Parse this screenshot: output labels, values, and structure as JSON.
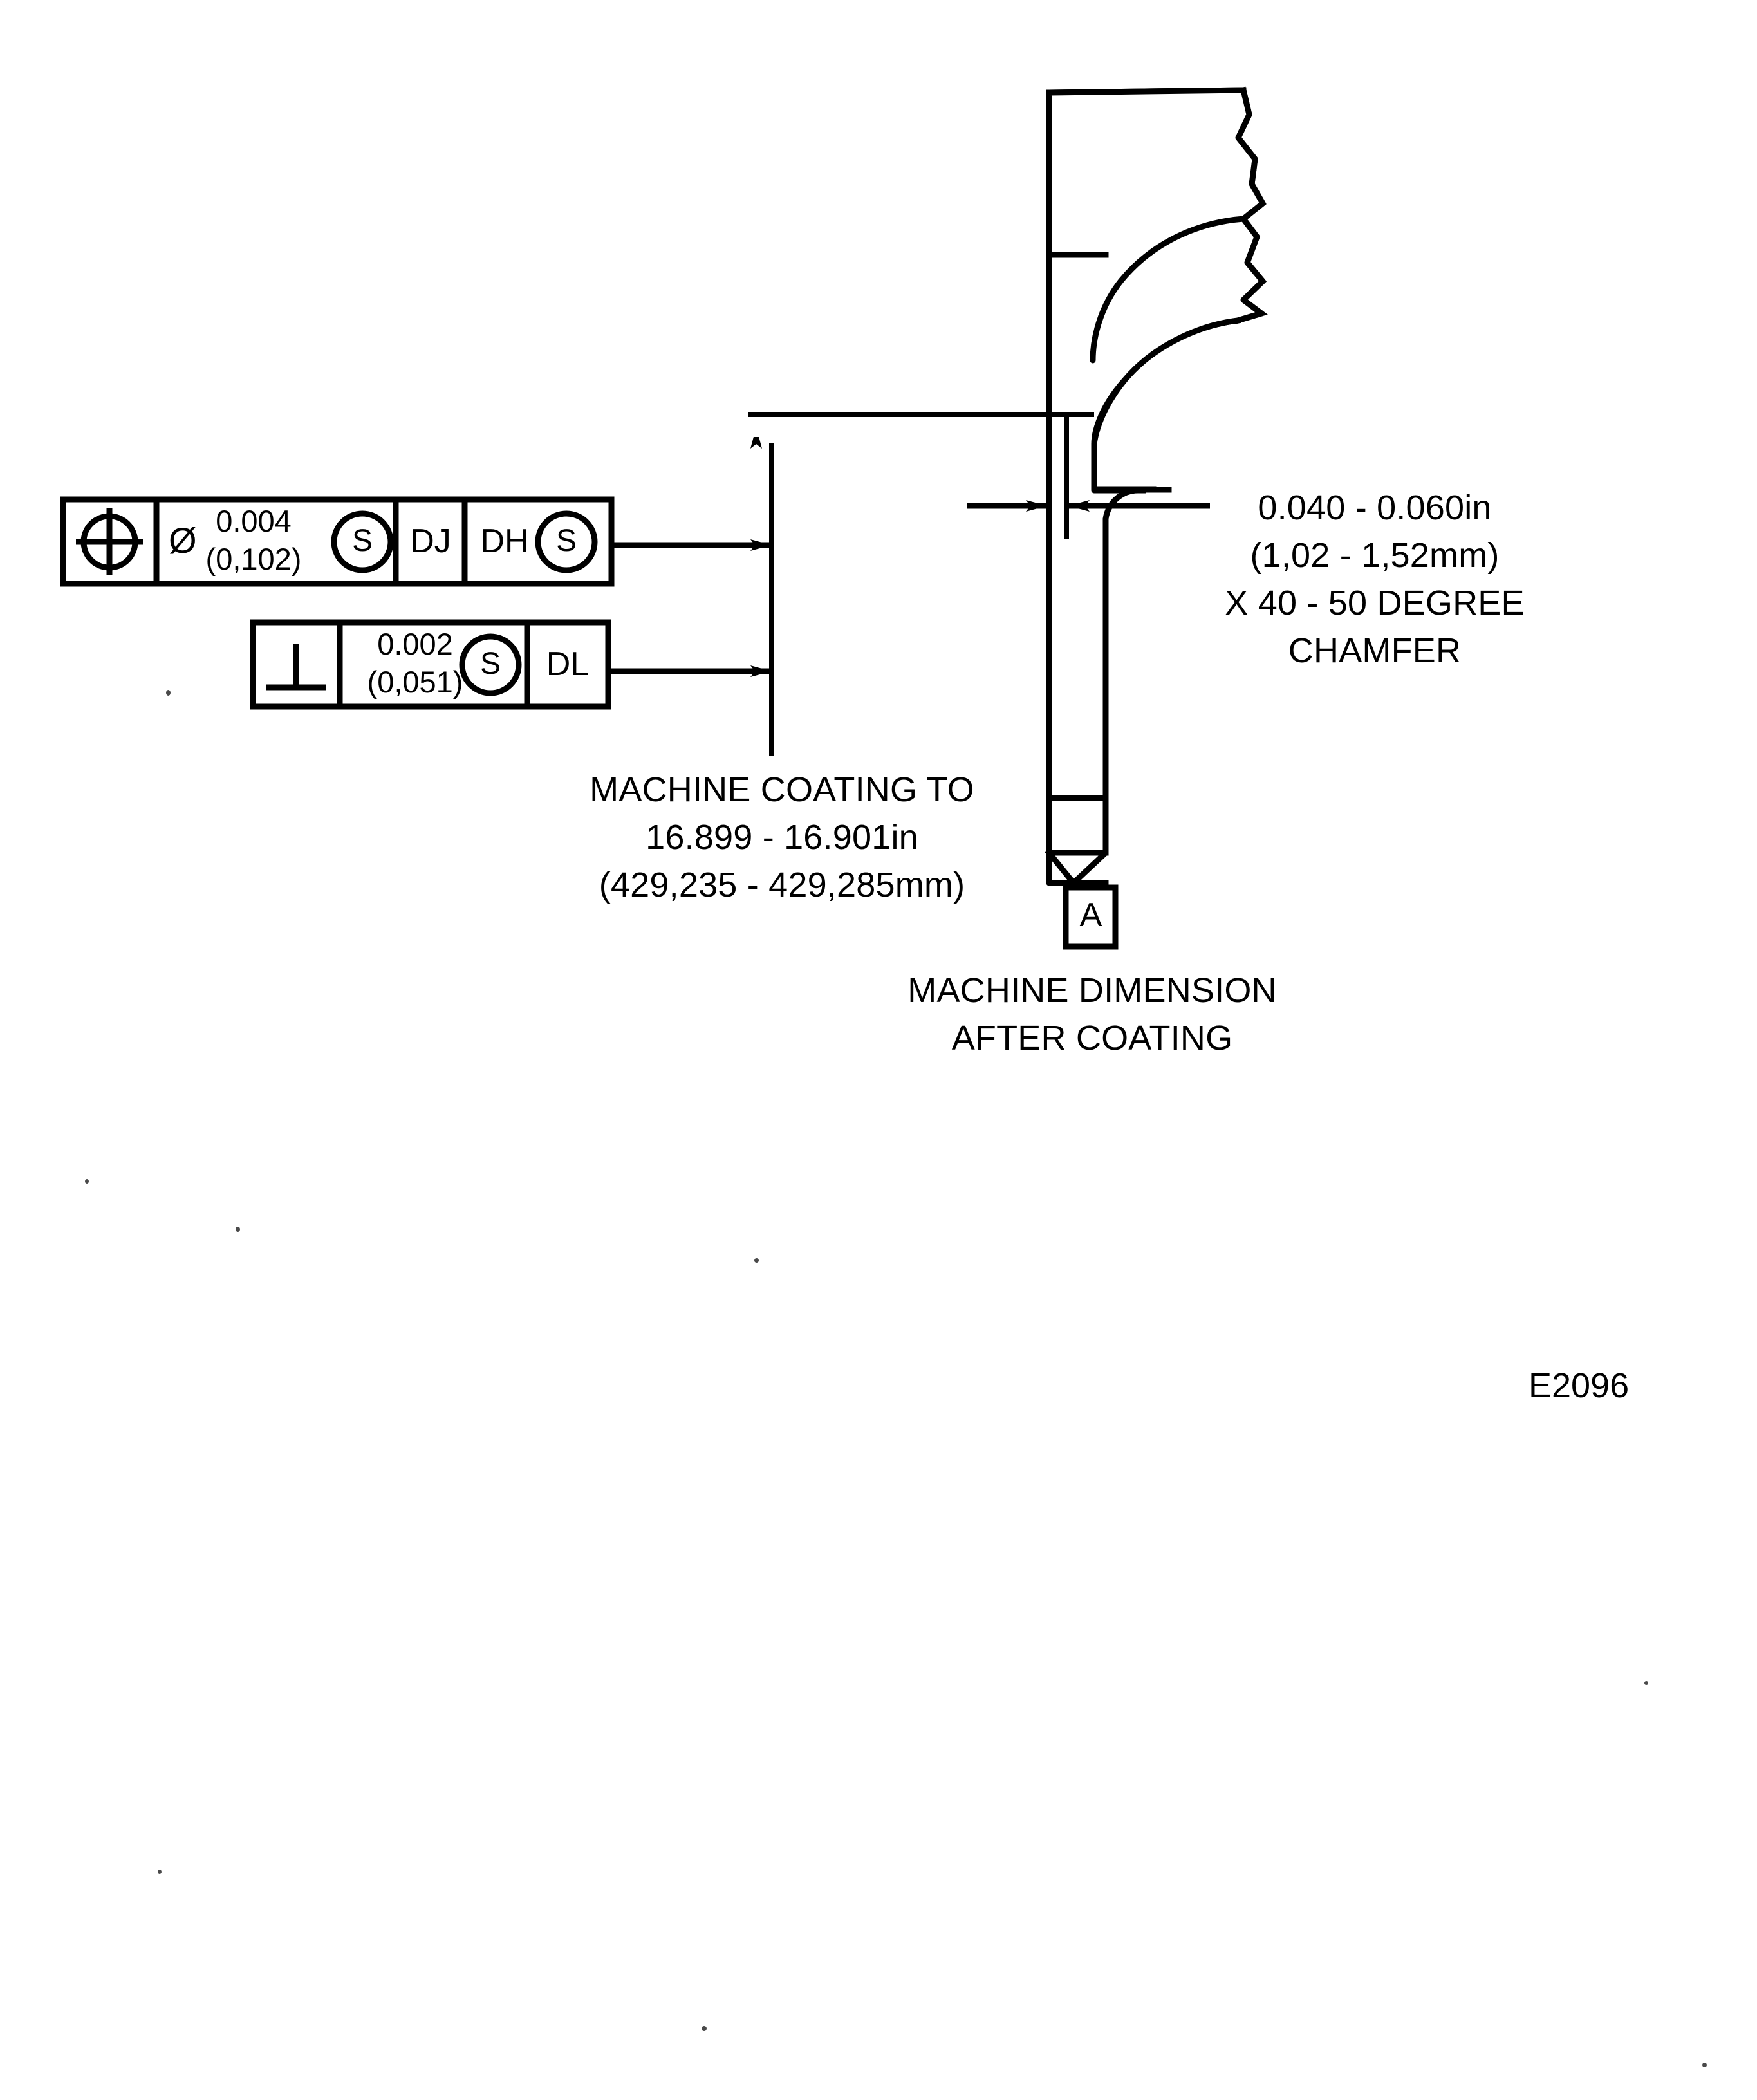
{
  "figure": {
    "id_label": "E2096",
    "type": "engineering-drawing",
    "description": "GD&T callout detail for machined coating on a flange cross-section"
  },
  "feature_control_frames": [
    {
      "name": "position-frame",
      "geometric_symbol": "position-true-position-icon",
      "symbol_char": "⊕",
      "diameter_symbol": "Ø",
      "tolerance_inch": "0.004",
      "tolerance_mm": "(0,102)",
      "material_modifier": "S",
      "datums": [
        {
          "label": "DJ",
          "modifier": null
        },
        {
          "label": "DH",
          "modifier": "S"
        }
      ]
    },
    {
      "name": "perpendicularity-frame",
      "geometric_symbol": "perpendicularity-icon",
      "symbol_char": "⊥",
      "diameter_symbol": null,
      "tolerance_inch": "0.002",
      "tolerance_mm": "(0,051)",
      "material_modifier": "S",
      "datums": [
        {
          "label": "DL",
          "modifier": null
        }
      ]
    }
  ],
  "notes": {
    "machine_coating": {
      "name": "machine-coating-note",
      "lines": [
        "MACHINE COATING TO",
        "16.899 - 16.901in",
        "(429,235 - 429,285mm)"
      ]
    },
    "chamfer": {
      "name": "chamfer-note",
      "lines": [
        "0.040 - 0.060in",
        "(1,02 - 1,52mm)",
        "X 40 - 50 DEGREE",
        "CHAMFER"
      ]
    },
    "machine_dimension": {
      "name": "machine-dimension-note",
      "datum_label": "A",
      "lines": [
        "MACHINE DIMENSION",
        "AFTER COATING"
      ]
    }
  },
  "colors": {
    "line": "#000000",
    "background": "#ffffff"
  }
}
